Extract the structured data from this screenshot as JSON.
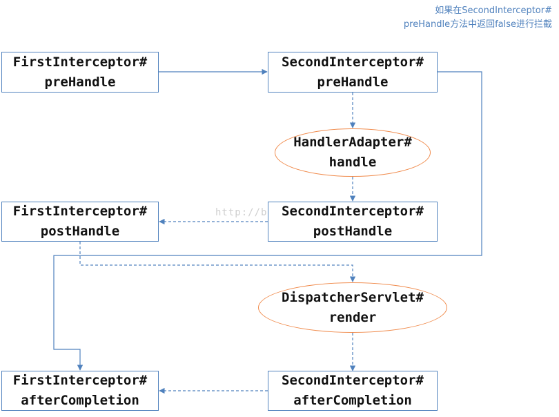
{
  "note": {
    "line1": "如果在SecondInterceptor#",
    "line2": "preHandle方法中返回false进行拦截"
  },
  "watermark": "http://blog.csdn.net/",
  "nodes": {
    "first_prehandle": {
      "line1": "FirstInterceptor#",
      "line2": "preHandle"
    },
    "second_prehandle": {
      "line1": "SecondInterceptor#",
      "line2": "preHandle"
    },
    "handler_adapter": {
      "line1": "HandlerAdapter#",
      "line2": "handle"
    },
    "first_posthandle": {
      "line1": "FirstInterceptor#",
      "line2": "postHandle"
    },
    "second_posthandle": {
      "line1": "SecondInterceptor#",
      "line2": "postHandle"
    },
    "dispatcher_render": {
      "line1": "DispatcherServlet#",
      "line2": "render"
    },
    "first_aftercompletion": {
      "line1": "FirstInterceptor#",
      "line2": "afterCompletion"
    },
    "second_aftercompletion": {
      "line1": "SecondInterceptor#",
      "line2": "afterCompletion"
    }
  },
  "colors": {
    "box_border": "#4f81bd",
    "oval_border": "#f08a4b",
    "arrow": "#4f81bd",
    "note_text": "#4f81bd"
  }
}
